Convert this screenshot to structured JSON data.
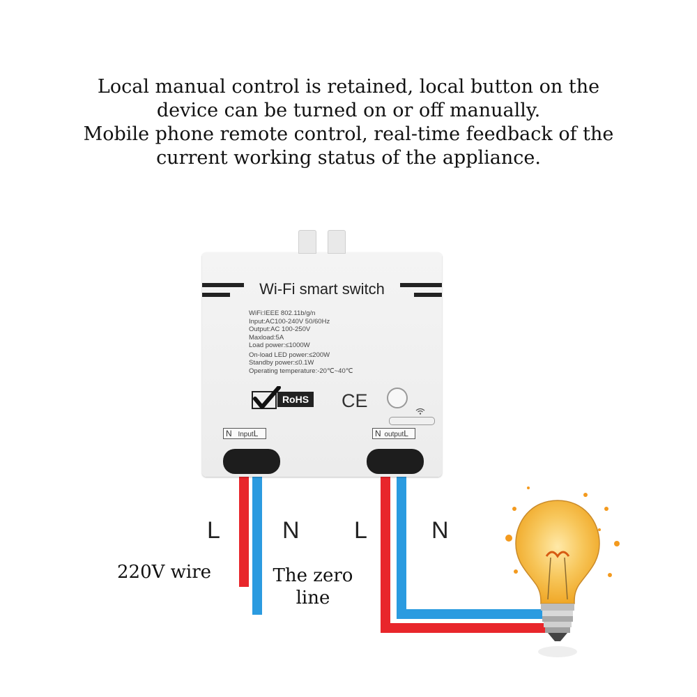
{
  "headline": {
    "line1": "Local manual control is retained, local button on the",
    "line2": "device can be turned on or off manually.",
    "line3": "Mobile phone remote control, real-time feedback of the",
    "line4": "current working status of the appliance."
  },
  "device": {
    "title": "Wi-Fi smart switch",
    "specs": [
      "WiFi:IEEE 802.11b/g/n",
      "Input:AC100-240V  50/60Hz",
      "Output:AC 100-250V",
      "Maxload:5A",
      "Load power:≤1000W",
      "On-load LED power:≤200W",
      "Standby power:≤0.1W",
      "Operating temperature:-20℃~40℃"
    ],
    "rohs": "RoHS",
    "ce": "CE",
    "input_terminal": {
      "n": "N",
      "label": "Input",
      "l": "L"
    },
    "output_terminal": {
      "n": "N",
      "label": "output",
      "l": "L"
    }
  },
  "wires": {
    "l1": "L",
    "n1": "N",
    "l2": "L",
    "n2": "N"
  },
  "captions": {
    "live": "220V wire",
    "neutral_line1": "The zero",
    "neutral_line2": "line"
  },
  "colors": {
    "live_wire": "#e8262b",
    "neutral_wire": "#2b9be0",
    "bulb_glow": "#f6b93b"
  },
  "icons": [
    "check-mark-icon",
    "wifi-icon",
    "light-bulb-icon"
  ]
}
